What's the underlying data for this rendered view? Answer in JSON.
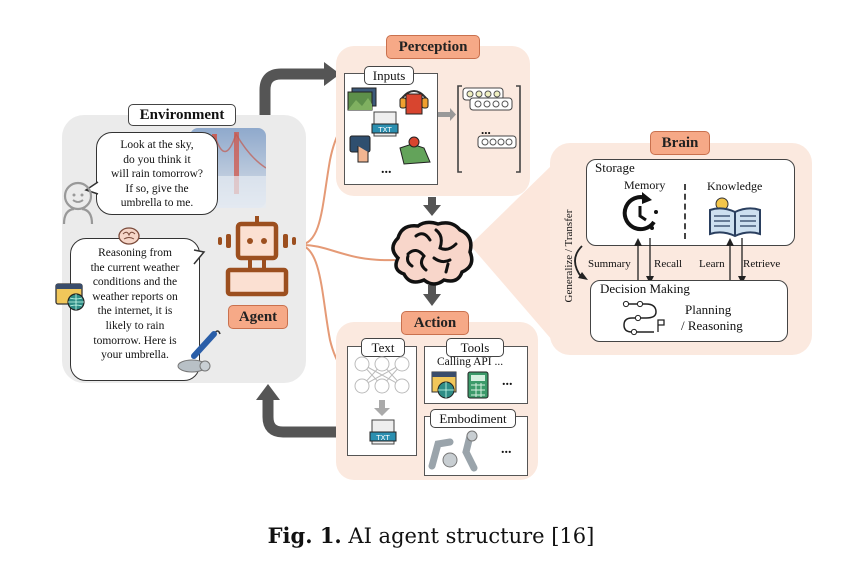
{
  "figure": {
    "caption_prefix": "Fig. 1.",
    "caption_text": " AI agent structure [16]"
  },
  "environment": {
    "label": "Environment",
    "user_speech": [
      "Look at the sky,",
      "do you think it",
      "will rain tomorrow?",
      "If so, give the",
      "umbrella to me."
    ],
    "agent_speech": [
      "Reasoning from",
      "the current weather",
      "conditions and the",
      "weather reports on",
      "the internet, it is",
      "likely to rain",
      "tomorrow. Here is",
      "your umbrella."
    ]
  },
  "agent": {
    "label": "Agent"
  },
  "perception": {
    "label": "Perception",
    "inputs_label": "Inputs",
    "ellipsis": "...",
    "embedding_ellipsis": "..."
  },
  "action": {
    "label": "Action",
    "text_label": "Text",
    "tools_label": "Tools",
    "tools_caption": "Calling API ...",
    "tools_ellipsis": "...",
    "embodiment_label": "Embodiment",
    "embodiment_ellipsis": "..."
  },
  "brain": {
    "label": "Brain",
    "storage_label": "Storage",
    "memory_label": "Memory",
    "knowledge_label": "Knowledge",
    "summary_label": "Summary",
    "recall_label": "Recall",
    "learn_label": "Learn",
    "retrieve_label": "Retrieve",
    "decision_label": "Decision Making",
    "planning_label_1": "Planning",
    "planning_label_2": "/ Reasoning",
    "generalize_label": "Generalize / Transfer"
  },
  "colors": {
    "badge_fill": "#f6a987",
    "panel_fill": "#fbe9df",
    "env_fill": "#ebebeb",
    "arrow_gray": "#555555",
    "agent_brown": "#9c4f1f"
  }
}
